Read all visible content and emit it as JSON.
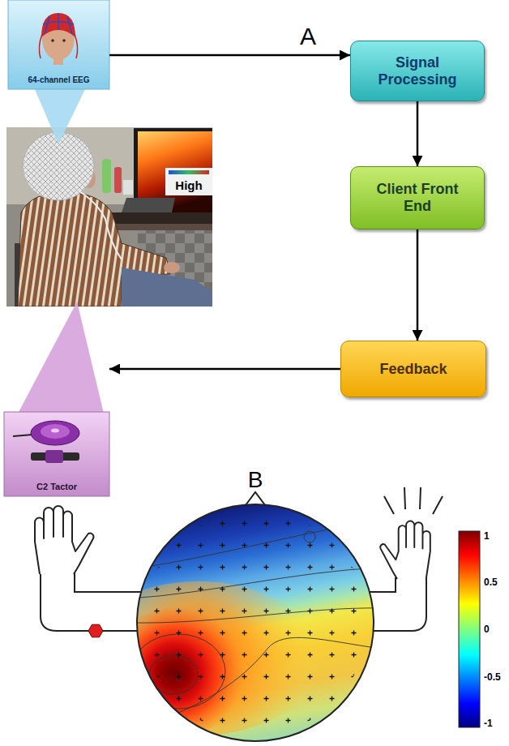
{
  "diagram": {
    "nodes": [
      {
        "text": [
          "64-channel EEG"
        ]
      },
      {
        "text": [
          "Signal Processing"
        ]
      },
      {
        "text": [
          "Client Front End"
        ]
      },
      {
        "text": [
          "Feedback"
        ]
      },
      {
        "text": [
          "C2 Tactor"
        ]
      }
    ],
    "edges": [
      {
        "from": 0,
        "to": 1,
        "arrow": "to"
      },
      {
        "from": 1,
        "to": 2,
        "arrow": "to"
      },
      {
        "from": 2,
        "to": 3,
        "arrow": "to"
      },
      {
        "from": 3,
        "to": 4,
        "arrow": "to"
      }
    ],
    "labels": [
      "A",
      "High",
      "B",
      "1",
      "0.5",
      "0",
      "-0.5",
      "-1"
    ]
  }
}
